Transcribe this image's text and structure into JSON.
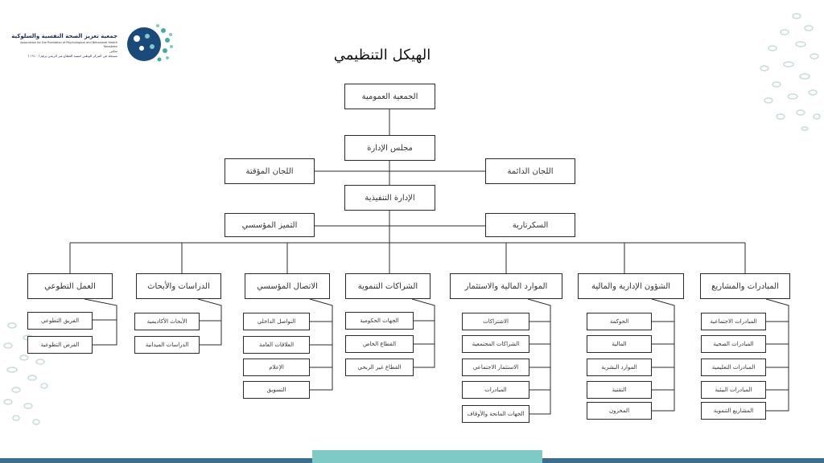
{
  "title": "الهيكل التنظيمي",
  "logo": {
    "name_ar": "جمعية تعزيز الصحة النفسية والسلوكية",
    "name_en_line1": "Association for the Promotion of Psychological and Behavioral Health",
    "name_en_line2": "Tamakeen",
    "location": "تمكين",
    "registration": "مسجلة في المركز الوطني لتنمية القطاع غير الربحي برقم ( ١٩١٠ )"
  },
  "colors": {
    "line": "#2b2b2b",
    "bar": "#3b6e8f",
    "bar_accent": "#7fc9c7",
    "logo_blue": "#1a4a7a",
    "logo_teal": "#4aa8a3"
  },
  "top": {
    "general_assembly": "الجمعية العمومية",
    "board": "مجلس الإدارة",
    "temporary_committees": "اللجان المؤقتة",
    "permanent_committees": "اللجان الدائمة",
    "executive_management": "الإدارة التنفيذية",
    "institutional_excellence": "التميز المؤسسي",
    "secretariat": "السكرتارية"
  },
  "departments": [
    {
      "label": "العمل التطوعي",
      "items": [
        "الفريق التطوعي",
        "الفرص التطوعية"
      ]
    },
    {
      "label": "الدراسات والأبحاث",
      "items": [
        "الأبحاث الأكاديمية",
        "الدراسات الميدانية"
      ]
    },
    {
      "label": "الاتصال المؤسسي",
      "items": [
        "التواصل الداخلي",
        "العلاقات العامة",
        "الإعلام",
        "التسويق"
      ]
    },
    {
      "label": "الشراكات التنموية",
      "items": [
        "الجهات الحكومية",
        "القطاع الخاص",
        "القطاع غير الربحي"
      ]
    },
    {
      "label": "الموارد المالية والاستثمار",
      "items": [
        "الاشتراكات",
        "الشراكات المجتمعية",
        "الاستثمار الاجتماعي",
        "المبادرات",
        "الجهات المانحة والأوقاف"
      ]
    },
    {
      "label": "الشؤون الإدارية والمالية",
      "items": [
        "الحوكمة",
        "المالية",
        "الموارد البشرية",
        "التقنية",
        "المخزون"
      ]
    },
    {
      "label": "المبادرات والمشاريع",
      "items": [
        "المبادرات الاجتماعية",
        "المبادرات الصحية",
        "المبادرات التعليمية",
        "المبادرات البيئية",
        "المشاريع التنموية"
      ]
    }
  ]
}
